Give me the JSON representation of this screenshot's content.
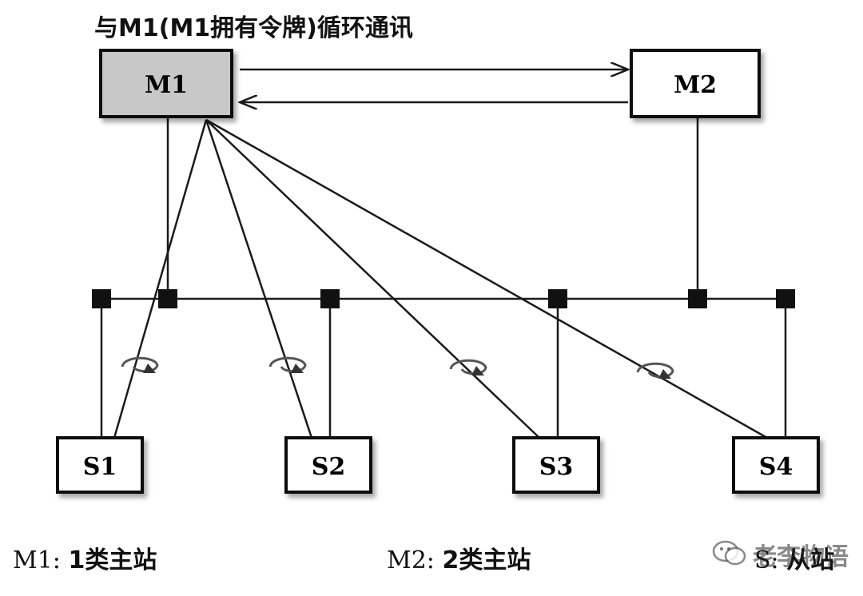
{
  "title": "与M1(M1拥有令牌)循环通讯",
  "nodes": {
    "m1": "M1",
    "m2": "M2",
    "s1": "S1",
    "s2": "S2",
    "s3": "S3",
    "s4": "S4"
  },
  "legend": {
    "m1_code": "M1:",
    "m1_desc": "1类主站",
    "m2_code": "M2:",
    "m2_desc": "2类主站",
    "s_code": "S:",
    "s_desc": "从站"
  },
  "watermark": "老李物语",
  "colors": {
    "m1_fill": "#c8c8c8",
    "box_fill": "#ffffff",
    "line": "#1a1a1a"
  }
}
